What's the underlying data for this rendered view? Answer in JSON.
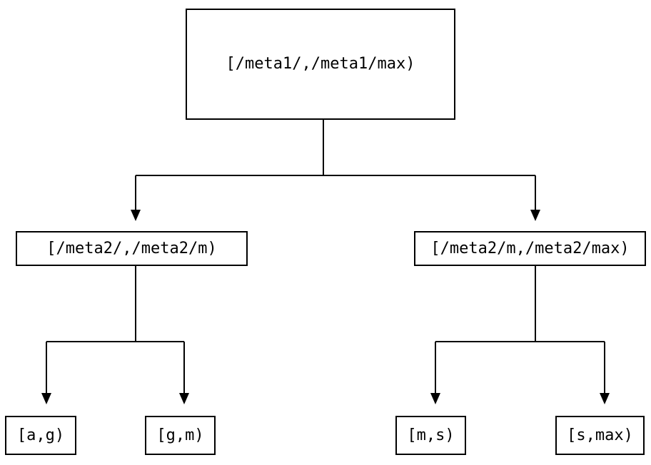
{
  "diagram": {
    "description": "interval partition tree",
    "colors": {
      "background": "#ffffff",
      "line": "#000000",
      "text": "#000000"
    },
    "tree": {
      "label": "[/meta1/,/meta1/max)",
      "children": [
        {
          "label": "[/meta2/,/meta2/m)",
          "children": [
            {
              "label": "[a,g)"
            },
            {
              "label": "[g,m)"
            }
          ]
        },
        {
          "label": "[/meta2/m,/meta2/max)",
          "children": [
            {
              "label": "[m,s)"
            },
            {
              "label": "[s,max)"
            }
          ]
        }
      ]
    }
  }
}
